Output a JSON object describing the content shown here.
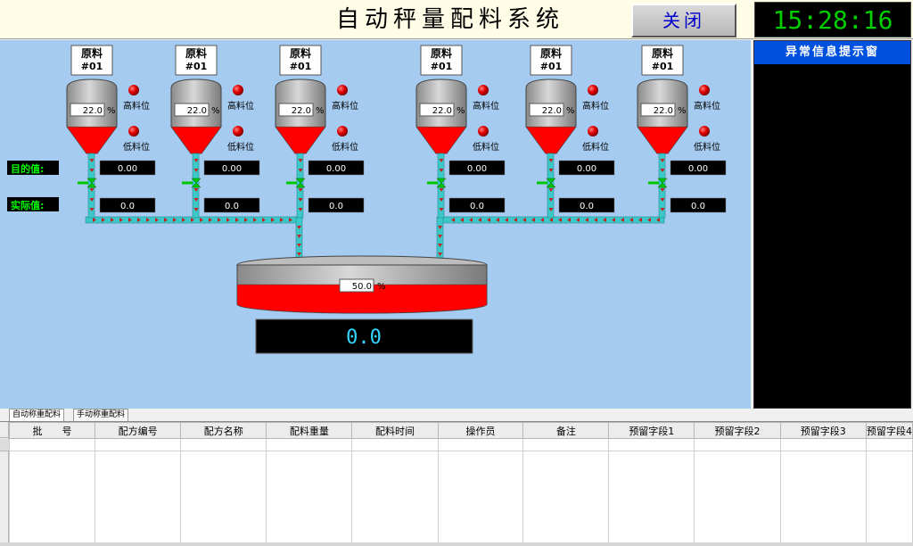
{
  "header": {
    "title": "自动秤量配料系统",
    "close_label": "关闭",
    "clock": "15:28:16"
  },
  "process": {
    "hoppers": [
      {
        "label": "原料",
        "code": "#01",
        "level_pct": "22.0",
        "level_fraction": 0.36,
        "unit": "%",
        "high_label": "高料位",
        "low_label": "低料位",
        "target_value": "0.00",
        "actual_value": "0.0"
      },
      {
        "label": "原料",
        "code": "#01",
        "level_pct": "22.0",
        "level_fraction": 0.36,
        "unit": "%",
        "high_label": "高料位",
        "low_label": "低料位",
        "target_value": "0.00",
        "actual_value": "0.0"
      },
      {
        "label": "原料",
        "code": "#01",
        "level_pct": "22.0",
        "level_fraction": 0.36,
        "unit": "%",
        "high_label": "高料位",
        "low_label": "低料位",
        "target_value": "0.00",
        "actual_value": "0.0"
      },
      {
        "label": "原料",
        "code": "#01",
        "level_pct": "22.0",
        "level_fraction": 0.36,
        "unit": "%",
        "high_label": "高料位",
        "low_label": "低料位",
        "target_value": "0.00",
        "actual_value": "0.0"
      },
      {
        "label": "原料",
        "code": "#01",
        "level_pct": "22.0",
        "level_fraction": 0.36,
        "unit": "%",
        "high_label": "高料位",
        "low_label": "低料位",
        "target_value": "0.00",
        "actual_value": "0.0"
      },
      {
        "label": "原料",
        "code": "#01",
        "level_pct": "22.0",
        "level_fraction": 0.36,
        "unit": "%",
        "high_label": "高料位",
        "low_label": "低料位",
        "target_value": "0.00",
        "actual_value": "0.0"
      }
    ],
    "target_row_label": "目的值:",
    "actual_row_label": "实际值:",
    "mixer": {
      "level_pct": "50.0",
      "unit": "%",
      "level_fraction": 0.5,
      "weight_display": "0.0"
    }
  },
  "alarm": {
    "title": "异常信息提示窗"
  },
  "tabs": [
    {
      "label": "自动称重配料",
      "active": true
    },
    {
      "label": "手动称重配料",
      "active": false
    }
  ],
  "table": {
    "columns": [
      "批　　号",
      "配方编号",
      "配方名称",
      "配料重量",
      "配料时间",
      "操作员",
      "备注",
      "预留字段1",
      "预留字段2",
      "预留字段3",
      "预留字段4"
    ]
  },
  "colors": {
    "background": "#a6cbf0",
    "material_red": "#ff0000",
    "pipe_cyan": "#3cc8c8",
    "indicator_red": "#e00000",
    "valve_green": "#00c800",
    "lcd_green": "#00d000",
    "display_cyan": "#35d6ff",
    "alarm_title_blue": "#0050e0"
  }
}
